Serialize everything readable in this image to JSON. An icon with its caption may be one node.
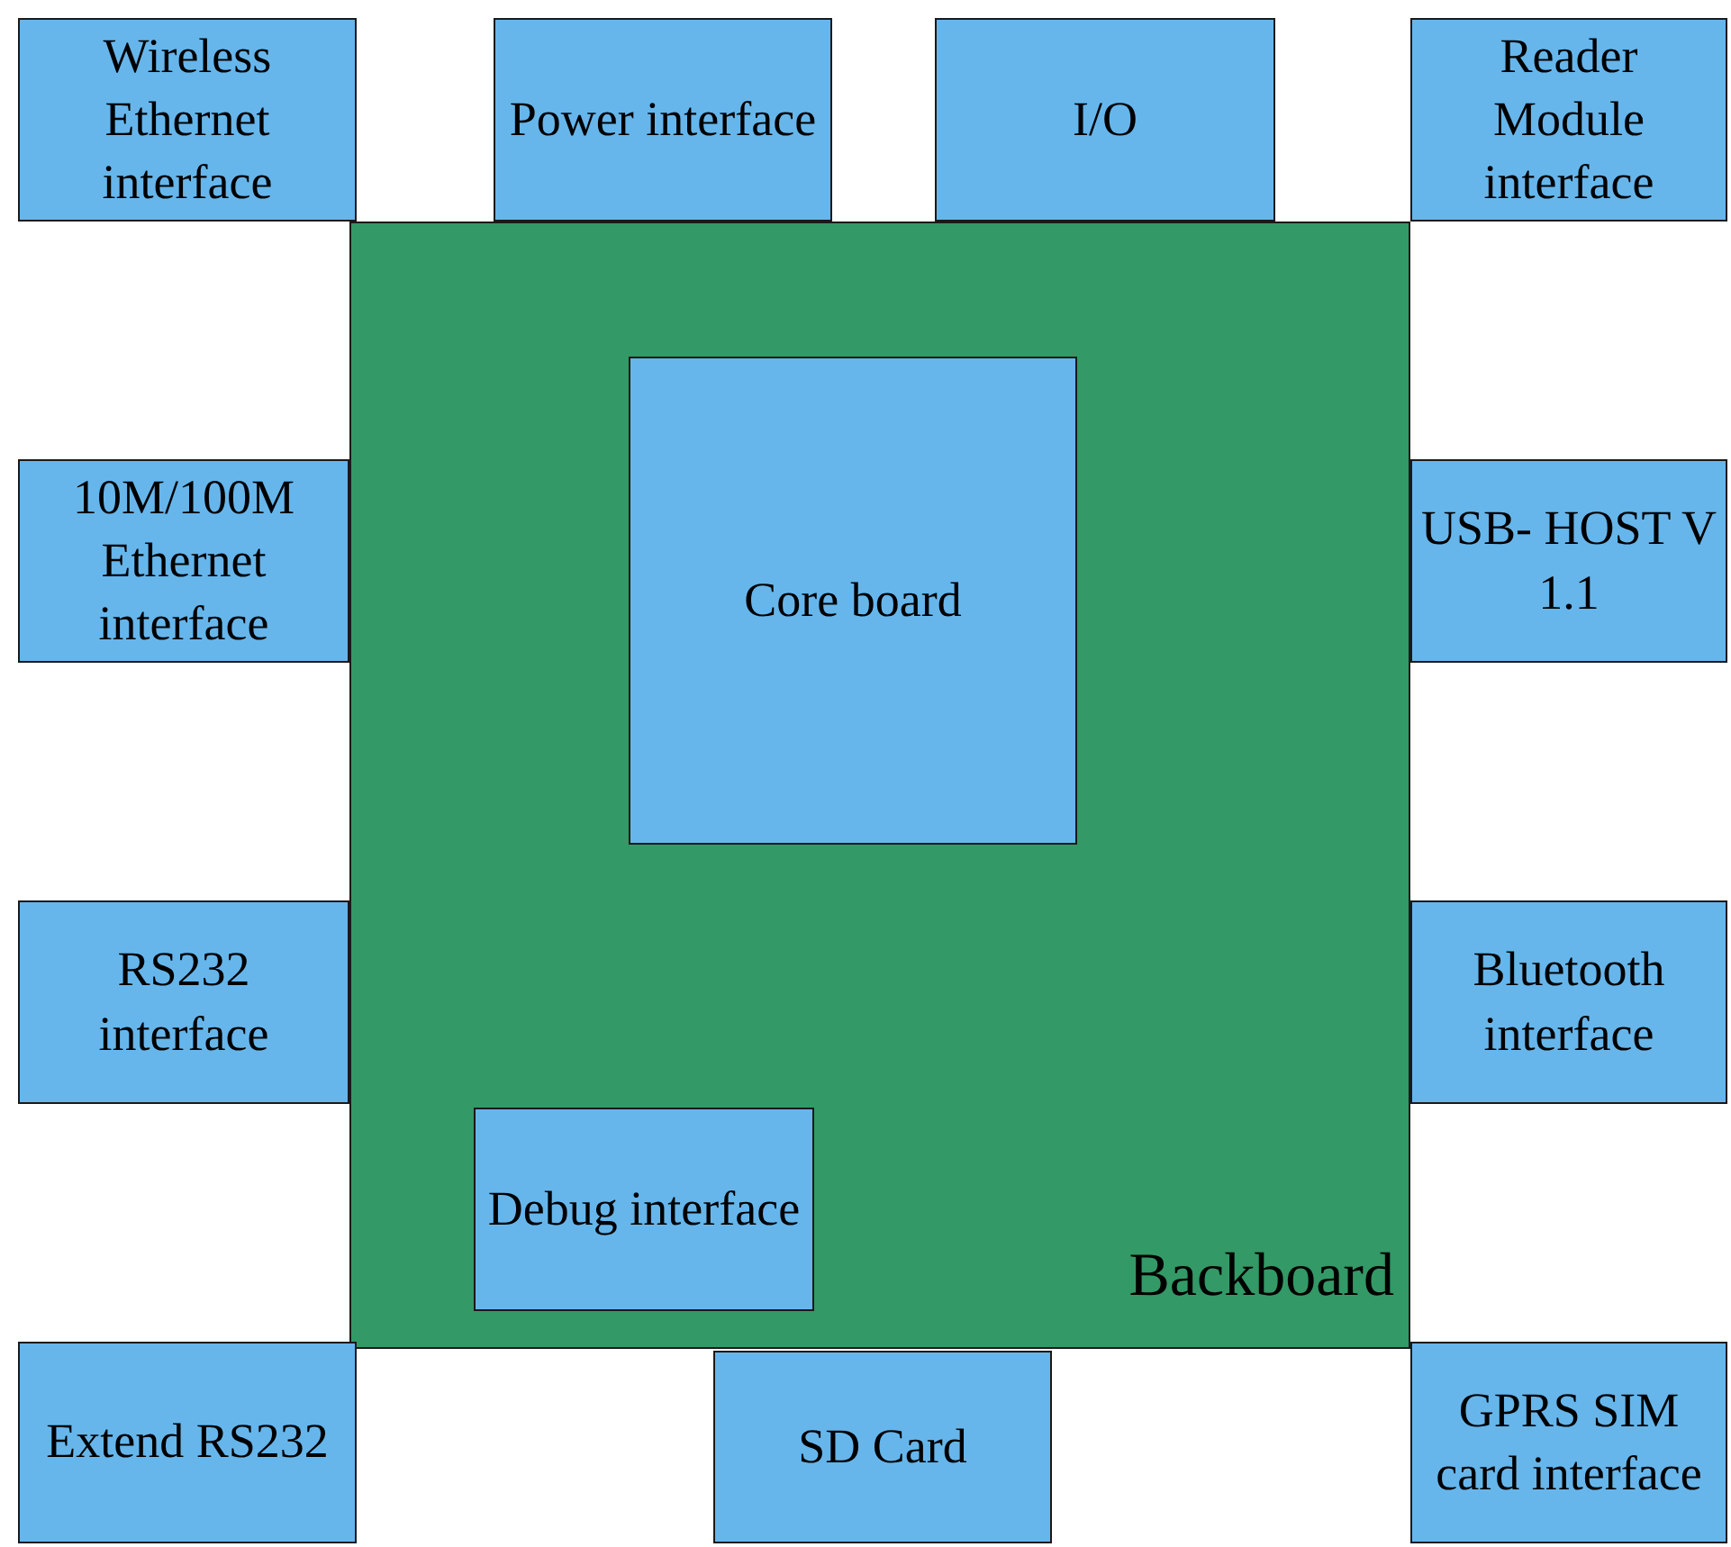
{
  "diagram": {
    "nodes": [
      {
        "text": [
          "Wireless Ethernet interface"
        ]
      },
      {
        "text": [
          "Power interface"
        ]
      },
      {
        "text": [
          "I/O"
        ]
      },
      {
        "text": [
          "Reader Module interface"
        ]
      },
      {
        "text": [
          "Backboard"
        ]
      },
      {
        "text": [
          "Core board"
        ],
        "in": 4
      },
      {
        "text": [
          "10M/100M Ethernet interface"
        ]
      },
      {
        "text": [
          "USB- HOST V 1.1"
        ]
      },
      {
        "text": [
          "RS232 interface"
        ]
      },
      {
        "text": [
          "Bluetooth interface"
        ]
      },
      {
        "text": [
          "Debug interface"
        ],
        "in": 4
      },
      {
        "text": [
          "Extend RS232"
        ]
      },
      {
        "text": [
          "SD Card"
        ]
      },
      {
        "text": [
          "GPRS SIM card interface"
        ]
      }
    ]
  }
}
